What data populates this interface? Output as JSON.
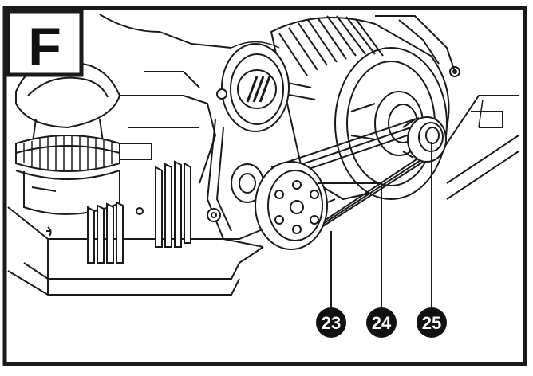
{
  "figure": {
    "panel_letter": "F",
    "callouts": [
      {
        "number": "23"
      },
      {
        "number": "24"
      },
      {
        "number": "25"
      }
    ]
  },
  "style": {
    "line_color": "#1a1a1a",
    "background": "#ffffff",
    "callout_fill": "#111111",
    "callout_text": "#ffffff"
  }
}
